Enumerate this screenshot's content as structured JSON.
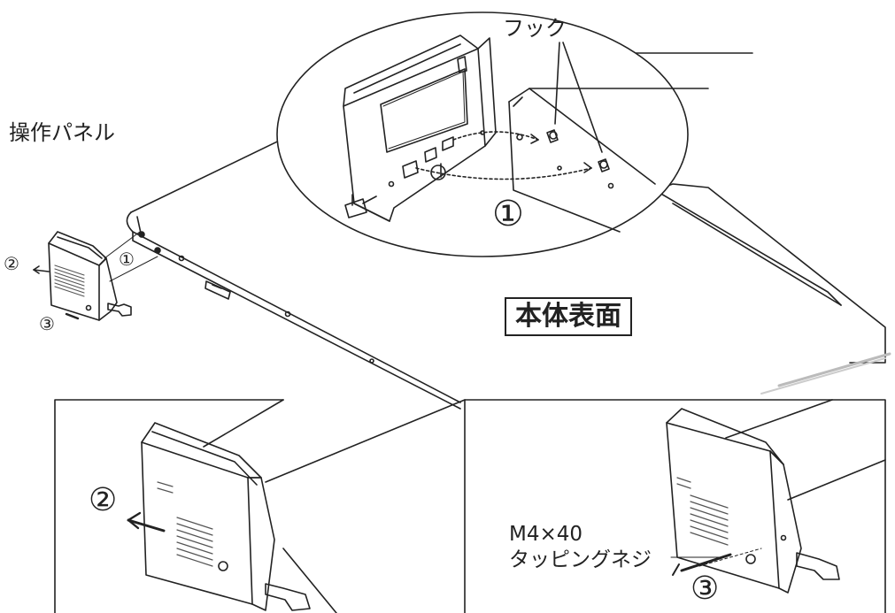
{
  "labels": {
    "hook": "フック",
    "operation_panel": "操作パネル",
    "main_body_surface": "本体表面",
    "screw_size": "M4×40",
    "screw_type": "タッピングネジ"
  },
  "steps": {
    "step1_callout": "①",
    "step1_small": "①",
    "step2_small": "②",
    "step3_small": "③",
    "step2_big": "②",
    "step3_big": "③"
  },
  "colors": {
    "line": "#222222",
    "background": "#ffffff",
    "grille": "#555555"
  }
}
